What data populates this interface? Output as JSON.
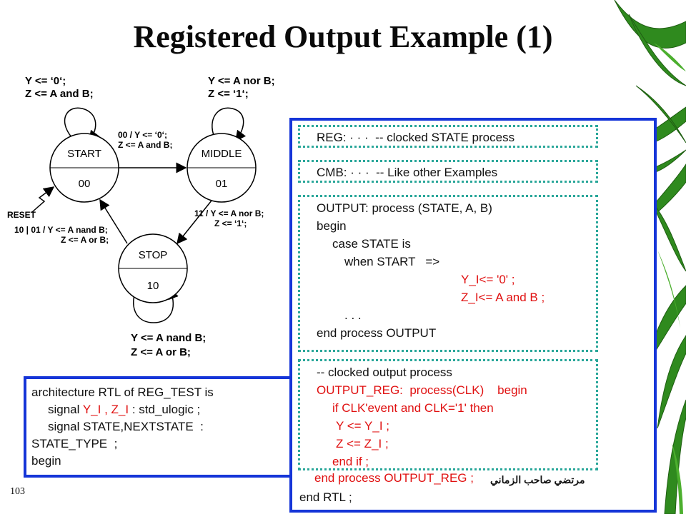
{
  "slide": {
    "title": "Registered Output Example (1)",
    "page_number": "103",
    "footer_arabic": "مرتضي صاحب الزماني"
  },
  "diagram": {
    "start_loop_actions": [
      "Y <= ‘0‘;",
      "Z <= A and B;"
    ],
    "middle_loop_actions": [
      "Y <= A nor B;",
      "Z <= ‘1‘;"
    ],
    "stop_loop_actions": [
      "Y <= A nand B;",
      "Z <= A or B;"
    ],
    "start_name": "START",
    "start_code": "00",
    "middle_name": "MIDDLE",
    "middle_code": "01",
    "stop_name": "STOP",
    "stop_code": "10",
    "reset_label": "RESET",
    "edge_start_middle": [
      "00 / Y <= ‘0‘;",
      "Z <= A and B;"
    ],
    "edge_middle_stop": [
      "11 / Y <= A nor B;",
      "Z <= ‘1‘;"
    ],
    "edge_stop_start": [
      "10 | 01 / Y <= A nand B;",
      "Z <= A or B;"
    ]
  },
  "code": {
    "reg_line": "REG: · · ·  -- clocked STATE process",
    "cmb_line": "CMB: · · ·  -- Like other Examples",
    "output": [
      "OUTPUT: process (STATE, A, B)",
      "begin",
      "case STATE is",
      "when START   =>",
      "Y_I<= '0' ;",
      "Z_I<= A and B ;",
      ". . .",
      "end process OUTPUT"
    ],
    "clocked": [
      "-- clocked output process",
      "OUTPUT_REG:  process(CLK)    begin",
      "if CLK'event and CLK='1' then",
      "Y <= Y_I ;",
      "Z <= Z_I ;",
      "end if ;",
      "end process OUTPUT_REG ;"
    ],
    "end_line": "end RTL ;"
  },
  "arch": {
    "line1": "architecture RTL of REG_TEST is",
    "line2_prefix": "signal ",
    "line2_red": "Y_I , Z_I",
    "line2_suffix": " : std_ulogic ;",
    "line3": "signal STATE,NEXTSTATE  :",
    "line4": "STATE_TYPE  ;",
    "line5": "begin"
  },
  "colors": {
    "frame_blue": "#1535d8",
    "dotted_teal": "#2aa79a",
    "code_red": "#e01010"
  }
}
